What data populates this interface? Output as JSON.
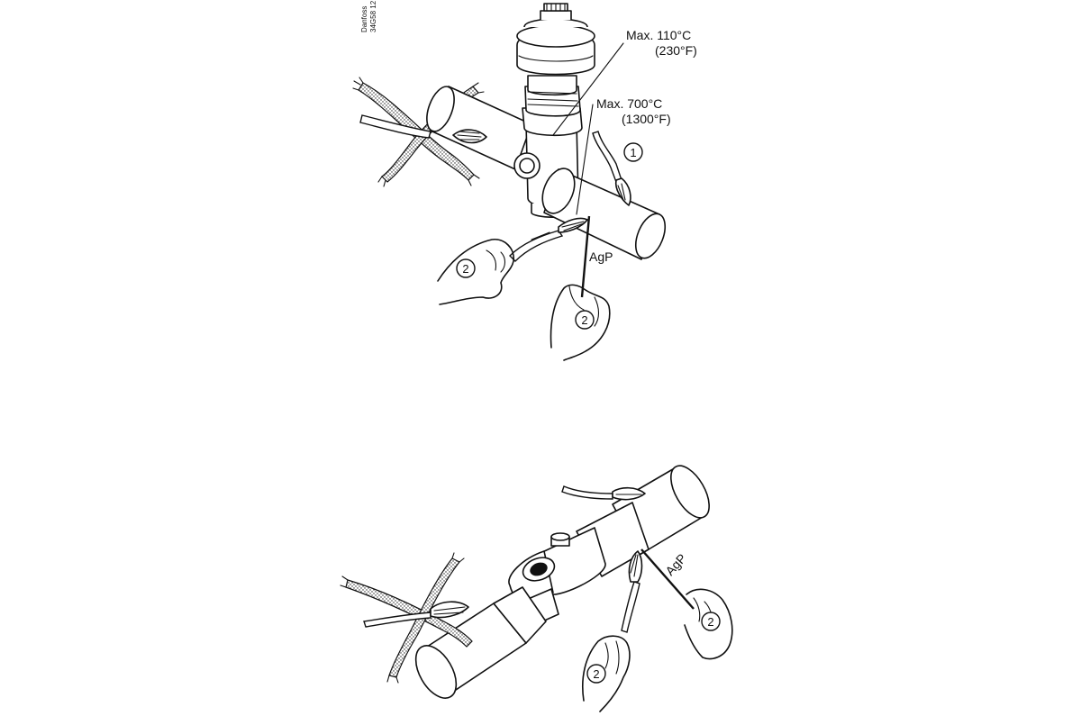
{
  "brand": {
    "line1": "Danfoss",
    "line2": "34G58 12"
  },
  "top_figure": {
    "label_max_top_line1": "Max. 110°C",
    "label_max_top_line2": "(230°F)",
    "label_max_joint_line1": "Max. 700°C",
    "label_max_joint_line2": "(1300°F)",
    "label_rod": "AgP",
    "step_cool": "1",
    "step_torch": "2",
    "step_rod": "2"
  },
  "bottom_figure": {
    "label_rod": "AgP",
    "step_rod": "2",
    "step_torch": "2"
  }
}
